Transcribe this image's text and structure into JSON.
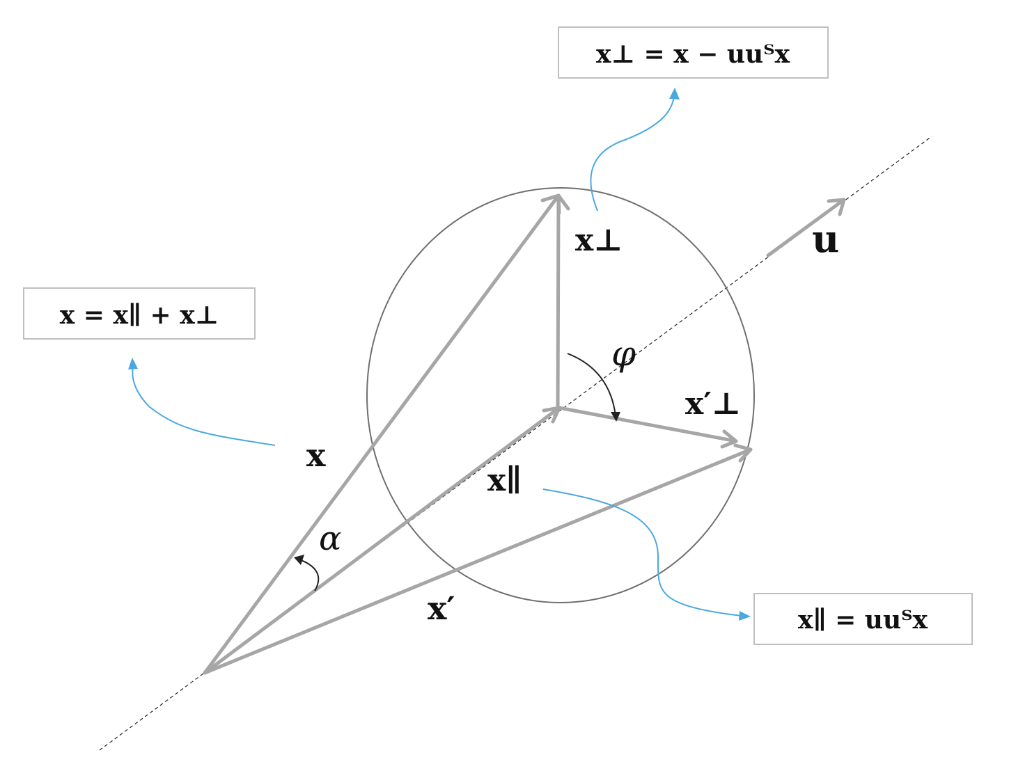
{
  "colors": {
    "vector": "#a6a6a6",
    "circle": "#6f6f6f",
    "callout": "#4aa8e0",
    "box_border": "#bfbfbf",
    "text": "#111111"
  },
  "labels": {
    "x": "x",
    "x_parallel": "x∥",
    "x_perp": "x⊥",
    "x_prime": "x′",
    "x_perp_prime": "x′⊥",
    "u": "u",
    "alpha": "α",
    "phi": "φ"
  },
  "boxes": {
    "decomposition": "x = x∥ + x⊥",
    "perp": "x⊥ = x − uuᵀx",
    "parallel": "x∥ = uuᵀx"
  }
}
